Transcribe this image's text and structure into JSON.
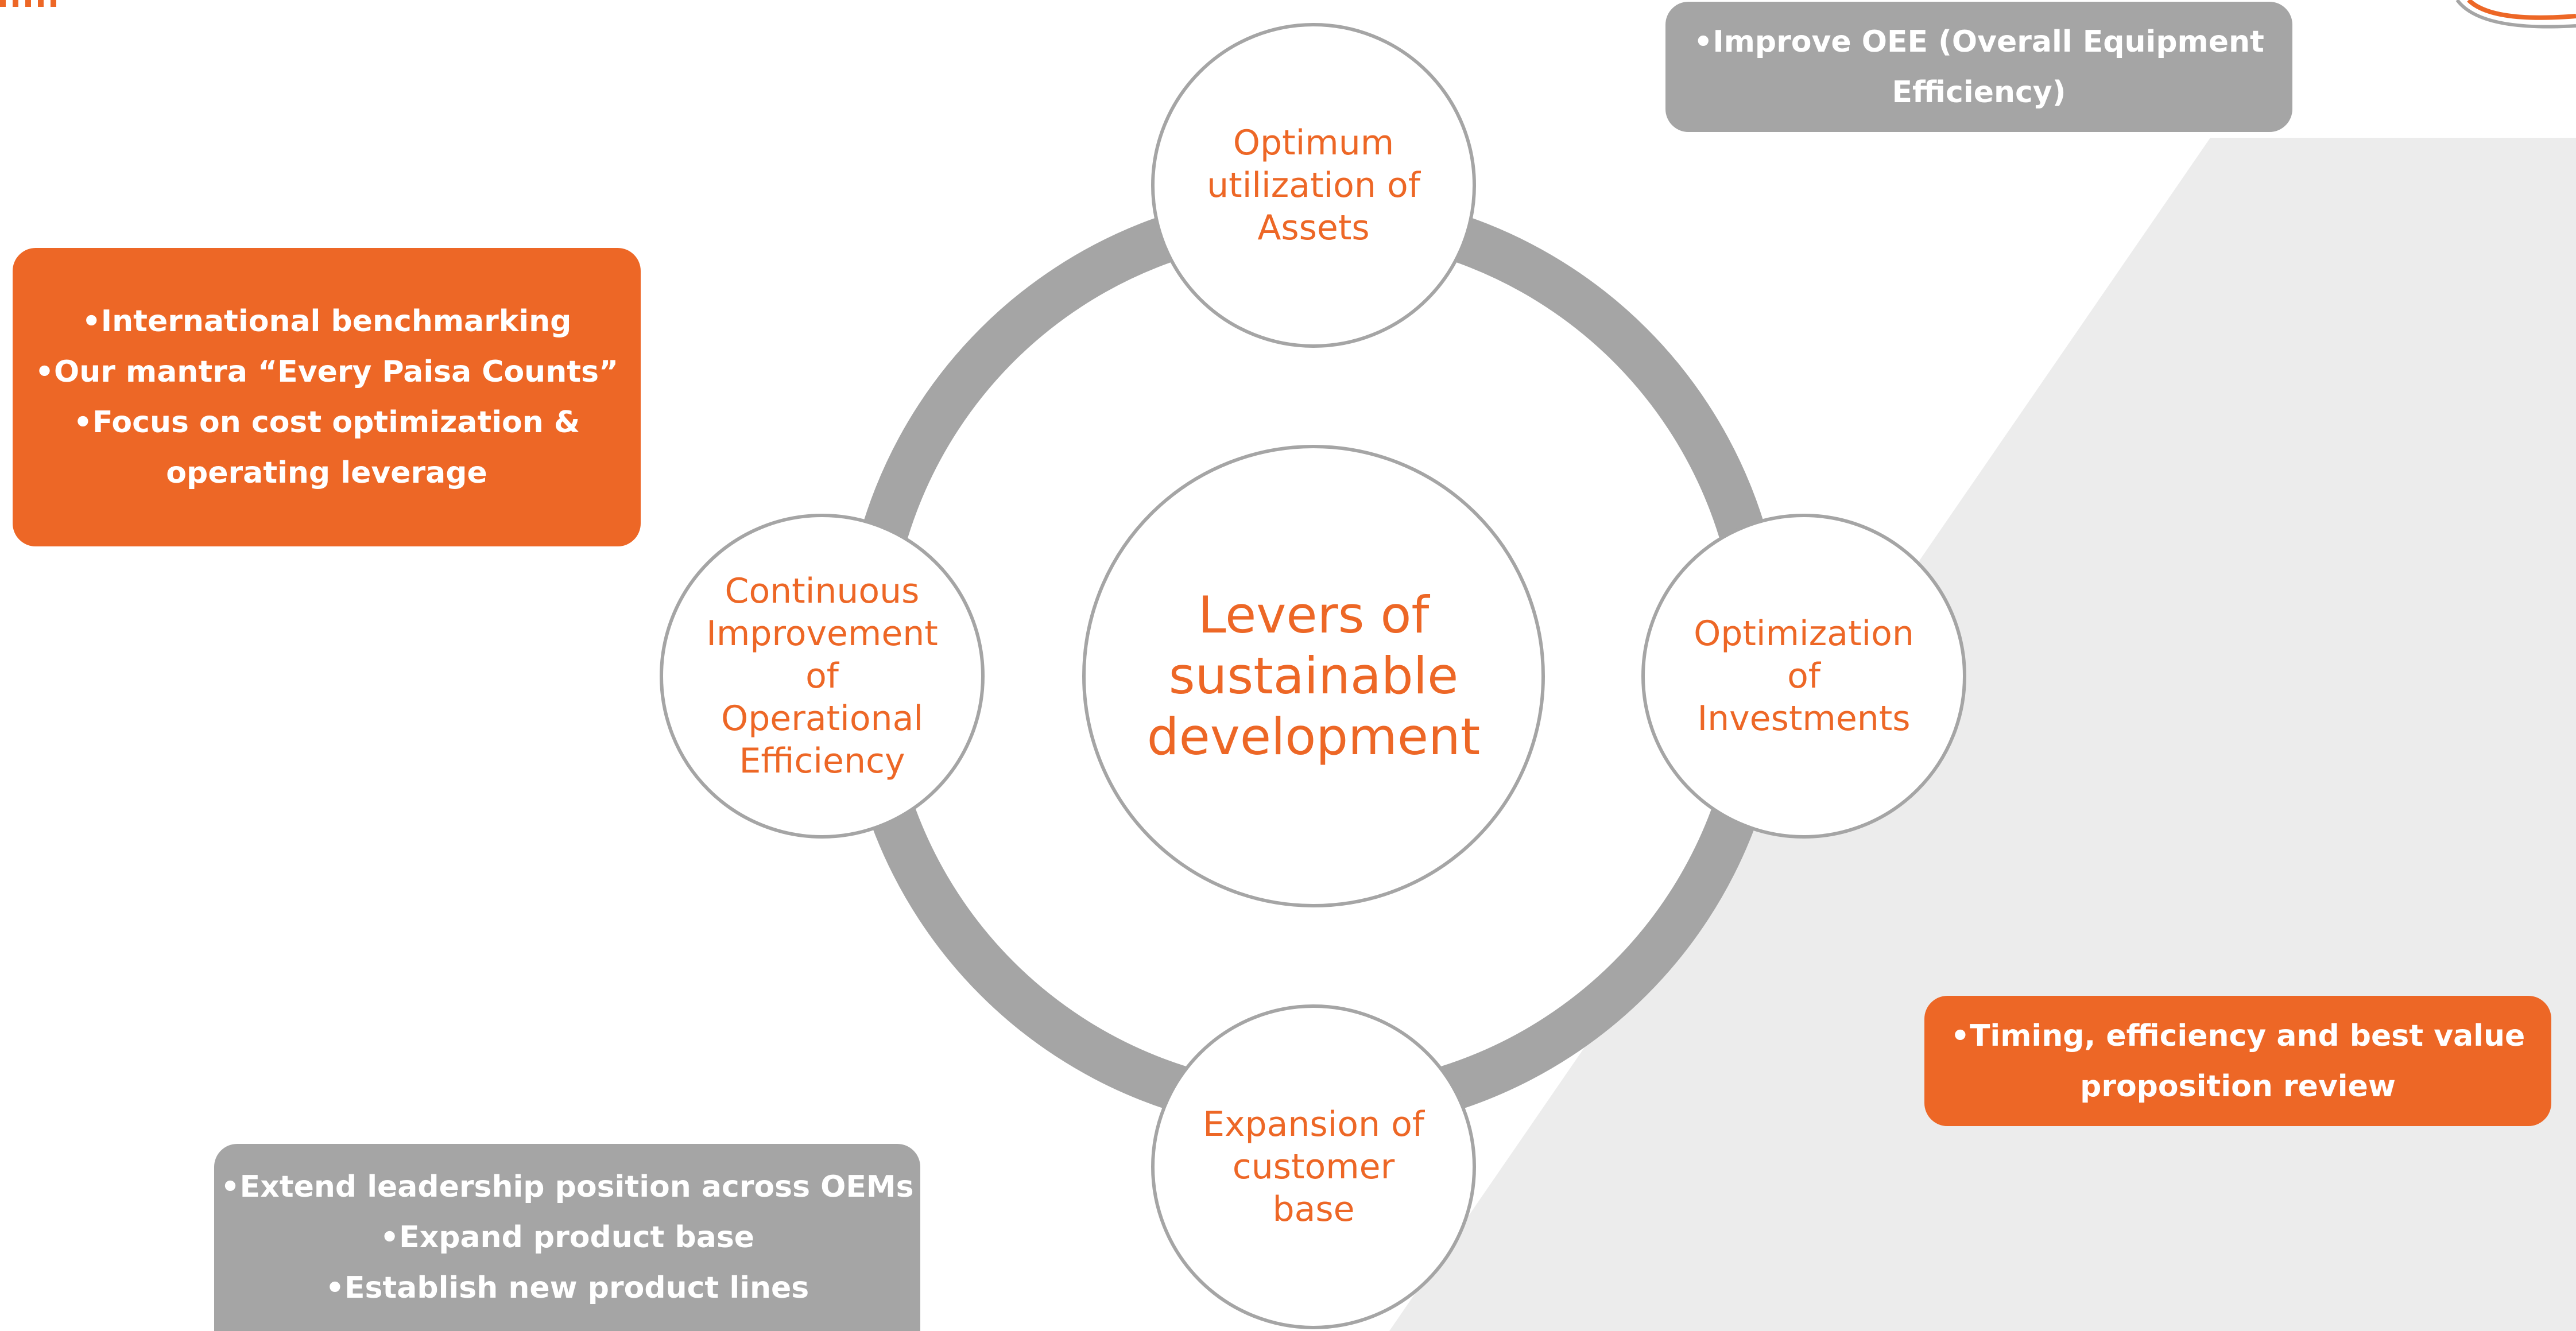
{
  "colors": {
    "accent": "#ed6726",
    "gray": "#a5a5a5",
    "stripe": "#ececec"
  },
  "diagram": {
    "center": {
      "lines": [
        "Levers of",
        "sustainable",
        "development"
      ]
    },
    "nodes": {
      "top": {
        "lines": [
          "Optimum",
          "utilization of",
          "Assets"
        ]
      },
      "left": {
        "lines": [
          "Continuous",
          "Improvement",
          "of",
          "Operational",
          "Efficiency"
        ]
      },
      "right": {
        "lines": [
          "Optimization",
          "of",
          "Investments"
        ]
      },
      "bottom": {
        "lines": [
          "Expansion of",
          "customer",
          "base"
        ]
      }
    },
    "boxes": {
      "top_left": {
        "lines": [
          "•International benchmarking",
          "•Our mantra “Every Paisa Counts”",
          "•Focus on cost optimization &",
          "operating leverage"
        ]
      },
      "top_right": {
        "lines": [
          "•Improve OEE (Overall Equipment",
          "Efficiency)"
        ]
      },
      "bottom_right": {
        "lines": [
          "•Timing, efficiency and best value",
          "proposition review"
        ]
      },
      "bottom_left": {
        "lines": [
          "•Extend leadership position across OEMs",
          "•Expand product base",
          "•Establish new product lines"
        ]
      }
    }
  }
}
